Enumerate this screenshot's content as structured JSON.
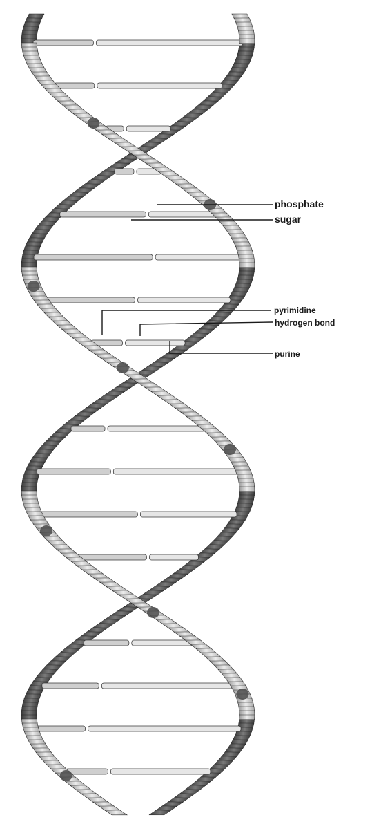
{
  "labels": {
    "phosphate": "phosphate",
    "sugar": "sugar",
    "pyrimidine": "pyrimidine",
    "hydrogen_bond": "hydrogen bond",
    "purine": "purine"
  },
  "colors": {
    "background": "#ffffff",
    "strand_light": "#dcdcdc",
    "strand_dark": "#5a5a5a",
    "rung": "#cfcfcf",
    "outline": "#2a2a2a",
    "sugar_spot": "#4a4a4a",
    "label_line": "#1a1a1a"
  }
}
